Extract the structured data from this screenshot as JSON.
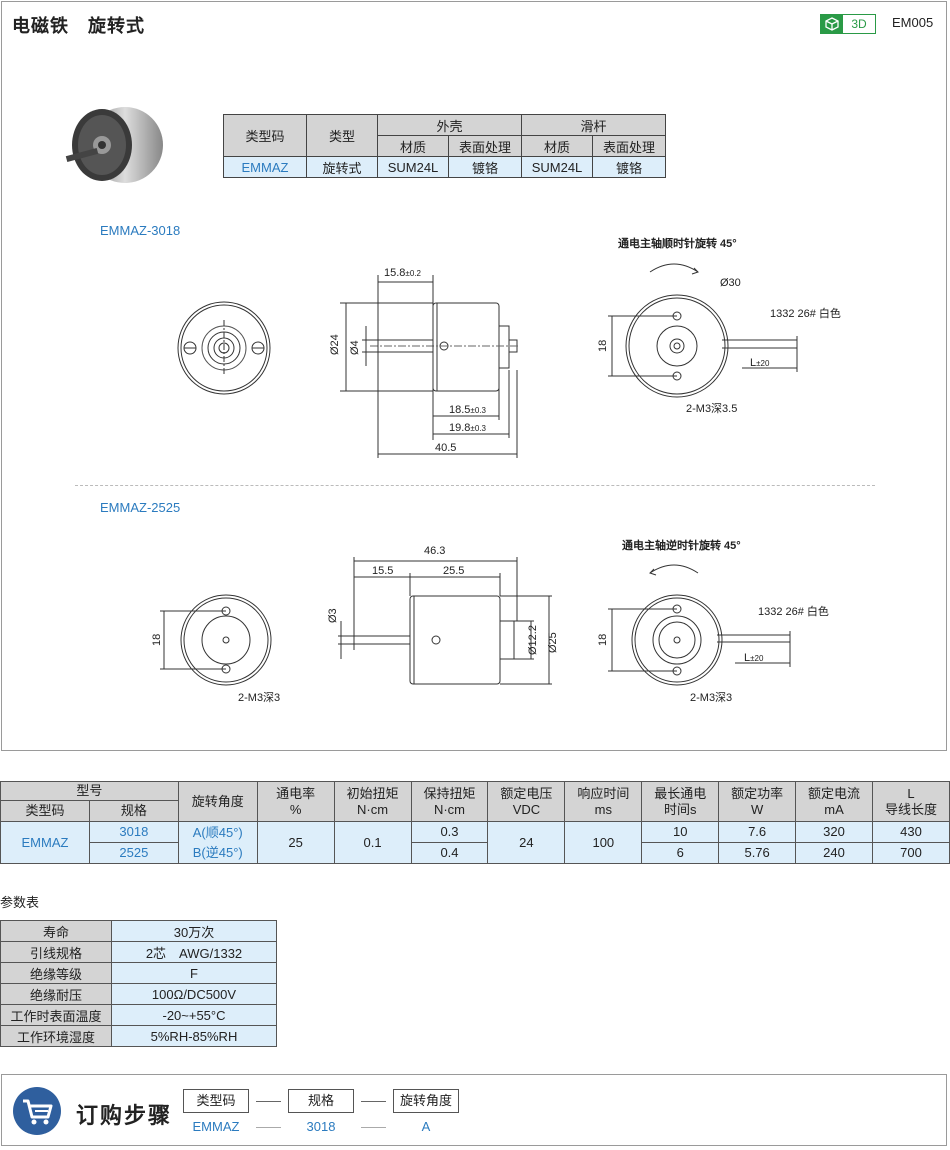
{
  "header": {
    "title": "电磁铁　旋转式",
    "badge_3d": "3D",
    "code": "EM005"
  },
  "type_table": {
    "h_type_code": "类型码",
    "h_type": "类型",
    "h_shell": "外壳",
    "h_slider": "滑杆",
    "h_material": "材质",
    "h_surface": "表面处理",
    "row": {
      "type_code": "EMMAZ",
      "type": "旋转式",
      "shell_material": "SUM24L",
      "shell_surface": "镀铬",
      "slider_material": "SUM24L",
      "slider_surface": "镀铬"
    }
  },
  "drawing1": {
    "section": "EMMAZ-3018",
    "note": "通电主轴顺时针旋转 45°",
    "d_15_8": "15.8",
    "tol_02": "±0.2",
    "d_24": "Ø24",
    "d_4": "Ø4",
    "d_18_5": "18.5",
    "d_19_8": "19.8",
    "tol_03": "±0.3",
    "d_40_5": "40.5",
    "d_30": "Ø30",
    "wire": "1332 26# 白色",
    "d_18": "18",
    "l_tol": "L",
    "l_tol_val": "±20",
    "holes": "2-M3深3.5"
  },
  "drawing2": {
    "section": "EMMAZ-2525",
    "note": "通电主轴逆时针旋转 45°",
    "d_46_3": "46.3",
    "d_15_5": "15.5",
    "d_25_5": "25.5",
    "d_3": "Ø3",
    "d_12_2": "Ø12.2",
    "d_25": "Ø25",
    "d_18": "18",
    "holes": "2-M3深3",
    "wire": "1332 26# 白色",
    "l_tol": "L",
    "l_tol_val": "±20"
  },
  "spec_table": {
    "h_model": "型号",
    "h_type_code": "类型码",
    "h_spec": "规格",
    "h_angle": "旋转角度",
    "h_duty": "通电率",
    "h_duty_u": "%",
    "h_init_torque": "初始扭矩",
    "h_init_torque_u": "N·cm",
    "h_hold_torque": "保持扭矩",
    "h_hold_torque_u": "N·cm",
    "h_voltage": "额定电压",
    "h_voltage_u": "VDC",
    "h_response": "响应时间",
    "h_response_u": "ms",
    "h_max_time_1": "最长通电",
    "h_max_time_2": "时间s",
    "h_power": "额定功率",
    "h_power_u": "W",
    "h_current": "额定电流",
    "h_current_u": "mA",
    "h_lead": "L",
    "h_lead_2": "导线长度",
    "type_code": "EMMAZ",
    "angle_a": "A(顺45°)",
    "angle_b": "B(逆45°)",
    "duty": "25",
    "init_torque": "0.1",
    "voltage": "24",
    "response": "100",
    "rows": [
      {
        "spec": "3018",
        "hold_torque": "0.3",
        "max_time": "10",
        "power": "7.6",
        "current": "320",
        "lead": "430"
      },
      {
        "spec": "2525",
        "hold_torque": "0.4",
        "max_time": "6",
        "power": "5.76",
        "current": "240",
        "lead": "700"
      }
    ]
  },
  "param_table": {
    "title": "参数表",
    "rows": [
      {
        "k": "寿命",
        "v": "30万次"
      },
      {
        "k": "引线规格",
        "v": "2芯　AWG/1332"
      },
      {
        "k": "绝缘等级",
        "v": "F"
      },
      {
        "k": "绝缘耐压",
        "v": "100Ω/DC500V"
      },
      {
        "k": "工作时表面温度",
        "v": "-20~+55°C"
      },
      {
        "k": "工作环境湿度",
        "v": "5%RH-85%RH"
      }
    ]
  },
  "order": {
    "title": "订购步骤",
    "labels": [
      "类型码",
      "规格",
      "旋转角度"
    ],
    "values": [
      "EMMAZ",
      "3018",
      "A"
    ]
  }
}
